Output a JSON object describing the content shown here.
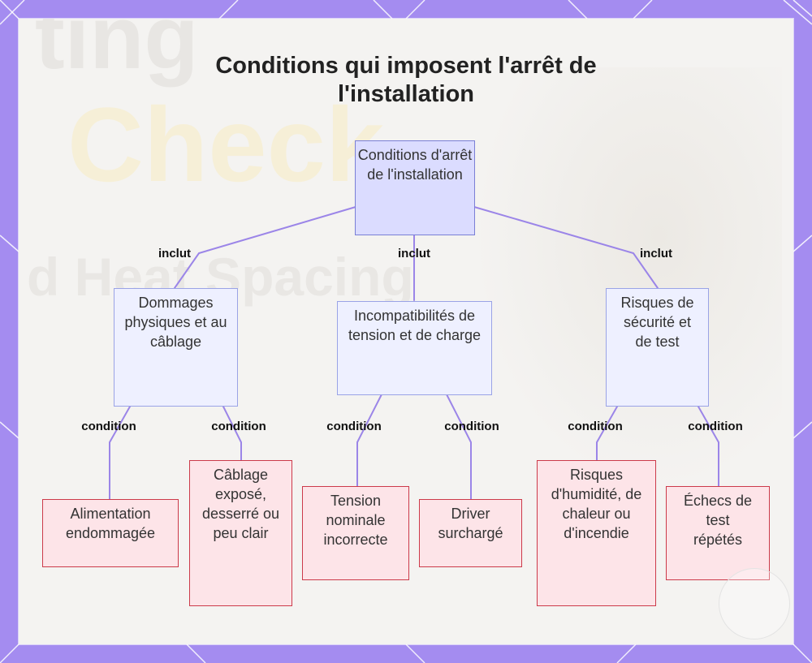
{
  "diagram": {
    "title": "Conditions qui imposent l'arrêt de l'installation",
    "root": {
      "label": "Conditions d'arrêt de l'installation"
    },
    "branches": [
      {
        "edge_label": "inclut",
        "label": "Dommages physiques et au câblage",
        "children": [
          {
            "edge_label": "condition",
            "label": "Alimentation endommagée"
          },
          {
            "edge_label": "condition",
            "label": "Câblage exposé, desserré ou peu clair"
          }
        ]
      },
      {
        "edge_label": "inclut",
        "label": "Incompatibilités de tension et de charge",
        "children": [
          {
            "edge_label": "condition",
            "label": "Tension nominale incorrecte"
          },
          {
            "edge_label": "condition",
            "label": "Driver surchargé"
          }
        ]
      },
      {
        "edge_label": "inclut",
        "label": "Risques de sécurité et de test",
        "children": [
          {
            "edge_label": "condition",
            "label": "Risques d'humidité, de chaleur ou d'incendie"
          },
          {
            "edge_label": "condition",
            "label": "Échecs de test répétés"
          }
        ]
      }
    ]
  },
  "colors": {
    "frame": "#a48cf0",
    "edge": "#9b85e8",
    "root_fill": "#dbdcff",
    "mid_fill": "#eef0ff",
    "leaf_fill": "#fde4e8",
    "leaf_border": "#cc3a4a"
  }
}
